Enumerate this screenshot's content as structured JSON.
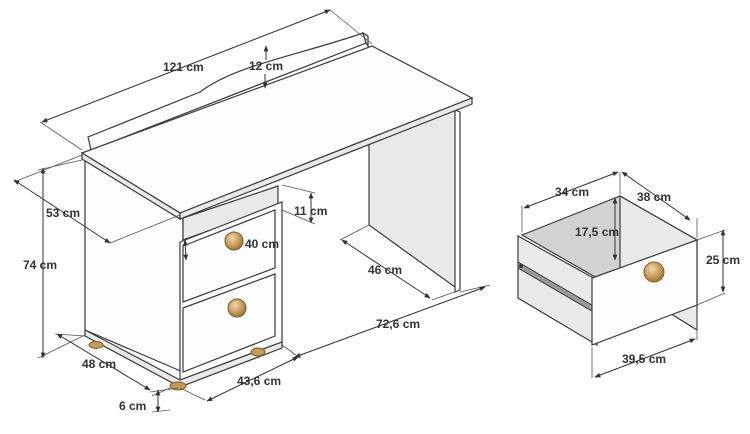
{
  "desk": {
    "dimensions": {
      "width": "121 cm",
      "back_panel_height": "12 cm",
      "depth": "53 cm",
      "height": "74 cm",
      "shelf_height": "11 cm",
      "drawer_width": "40 cm",
      "knee_depth": "46 cm",
      "knee_width": "72,6 cm",
      "pedestal_depth": "48 cm",
      "pedestal_width": "43,6 cm",
      "foot_height": "6 cm"
    }
  },
  "drawer": {
    "dimensions": {
      "inner_width": "34 cm",
      "inner_depth": "38 cm",
      "inner_height": "17,5 cm",
      "front_height": "25 cm",
      "front_width": "39,5 cm"
    }
  },
  "colors": {
    "panel": "#fdfdfd",
    "panel_shade": "#e9e9e9",
    "drawer_inside": "#d2d2d2",
    "knob": "#c89a5a",
    "foot": "#c89a5a",
    "line": "#3a3a3a"
  }
}
